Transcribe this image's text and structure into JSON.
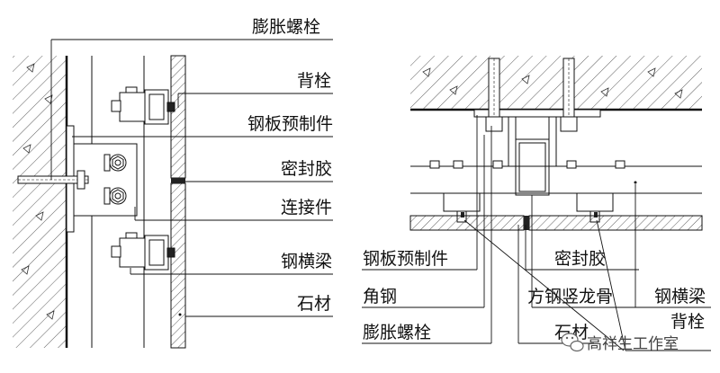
{
  "left_labels": [
    "膨胀螺栓",
    "背栓",
    "钢板预制件",
    "密封胶",
    "连接件",
    "钢横梁",
    "石材"
  ],
  "right_bottom_labels": {
    "col1": [
      "钢板预制件",
      "角钢",
      "膨胀螺栓"
    ],
    "col2": [
      "密封胶",
      "方钢竖龙骨",
      "石材"
    ],
    "col3": [
      "钢横梁",
      "背栓"
    ]
  },
  "watermark": {
    "icon": "wechat-icon",
    "text": "高祥生工作室"
  }
}
